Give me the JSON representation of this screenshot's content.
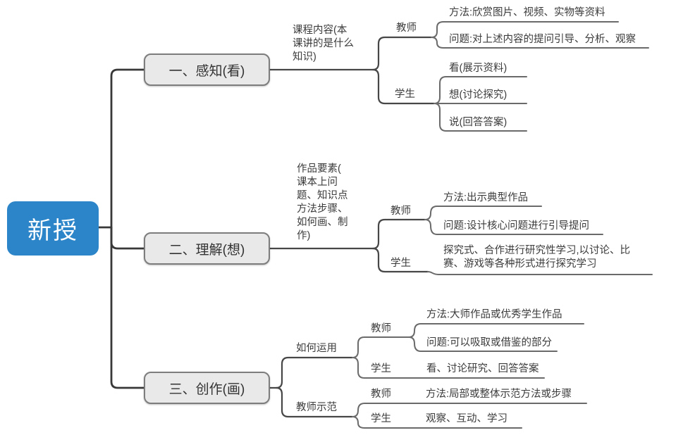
{
  "colors": {
    "root_fill": "#2c85c8",
    "root_text": "#ffffff",
    "branch_box_fill": "#e9e9e9",
    "branch_box_border": "#7d7d7d",
    "edge_dark": "#383838",
    "edge_light": "#6a6a6a",
    "text": "#3b3b3b"
  },
  "root": {
    "label": "新授"
  },
  "b1": {
    "box": "一、感知(看)",
    "content": "课程内容(本\n课讲的是什么\n知识)",
    "teacher": {
      "label": "教师",
      "method": "方法:欣赏图片、视频、实物等资料",
      "question": "问题:对上述内容的提问引导、分析、观察"
    },
    "student": {
      "label": "学生",
      "see": "看(展示资料)",
      "think": "想(讨论探究)",
      "say": "说(回答答案)"
    }
  },
  "b2": {
    "box": "二、理解(想)",
    "content": "作品要素(\n课本上问\n题、知识点\n方法步骤、\n如何画、制\n作)",
    "teacher": {
      "label": "教师",
      "method": "方法:出示典型作品",
      "question": "问题:设计核心问题进行引导提问"
    },
    "student": {
      "label": "学生",
      "activity": "探究式、合作进行研究性学习,以讨论、比\n赛、游戏等各种形式进行探究学习"
    }
  },
  "b3": {
    "box": "三、创作(画)",
    "usage": {
      "label": "如何运用",
      "teacher": {
        "label": "教师",
        "method": "方法:大师作品或优秀学生作品",
        "question": "问题:可以吸取或借鉴的部分"
      },
      "student": {
        "label": "学生",
        "activity": "看、讨论研究、回答答案"
      }
    },
    "demo": {
      "label": "教师示范",
      "teacher": {
        "label": "教师",
        "method": "方法:局部或整体示范方法或步骤"
      },
      "student": {
        "label": "学生",
        "activity": "观察、互动、学习"
      }
    }
  }
}
